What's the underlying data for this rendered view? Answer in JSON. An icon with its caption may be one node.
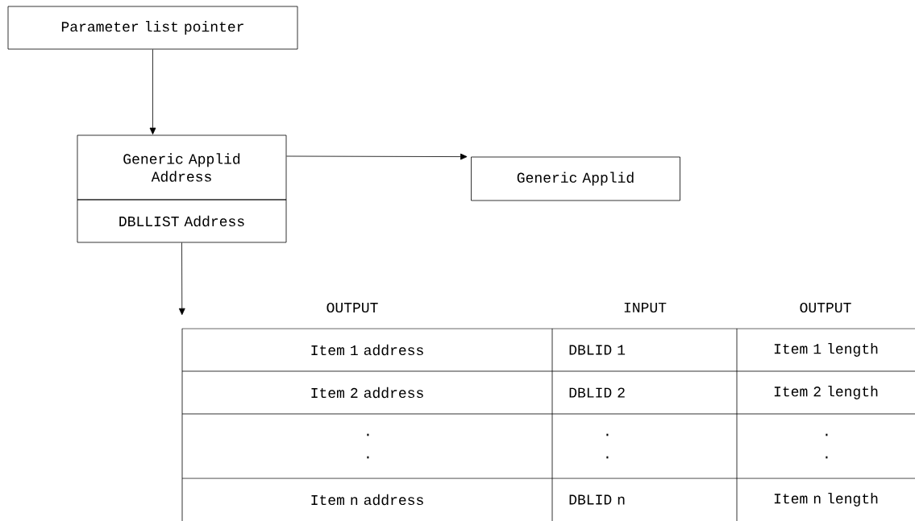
{
  "diagram": {
    "nodes": [
      {
        "text": [
          "Parameter list pointer"
        ]
      },
      {
        "text": [
          "Generic Applid Address"
        ]
      },
      {
        "text": [
          "DBLLIST Address"
        ]
      },
      {
        "text": [
          "Generic Applid"
        ]
      },
      {
        "text": [],
        "shape": "box"
      },
      {
        "text": [
          "Item 1 address"
        ],
        "in": 4
      },
      {
        "text": [
          "DBLID 1"
        ],
        "in": 4
      },
      {
        "text": [
          "Item 1 length"
        ],
        "in": 4
      },
      {
        "text": [
          "Item 2 address"
        ],
        "in": 4
      },
      {
        "text": [
          "DBLID 2"
        ],
        "in": 4
      },
      {
        "text": [
          "Item 2 length"
        ],
        "in": 4
      },
      {
        "text": [
          ". ."
        ],
        "in": 4
      },
      {
        "text": [
          ". ."
        ],
        "in": 4
      },
      {
        "text": [
          ". ."
        ],
        "in": 4
      },
      {
        "text": [
          "Item n address"
        ],
        "in": 4
      },
      {
        "text": [
          "DBLID n"
        ],
        "in": 4
      },
      {
        "text": [
          "Item n length"
        ],
        "in": 4
      }
    ],
    "edges": [
      {
        "from": 0,
        "to": 1,
        "arrow": "to"
      },
      {
        "from": 1,
        "to": 3,
        "arrow": "to"
      },
      {
        "from": 2,
        "to": 4,
        "arrow": "to"
      }
    ],
    "labels": [
      "OUTPUT",
      "INPUT",
      "OUTPUT"
    ]
  }
}
